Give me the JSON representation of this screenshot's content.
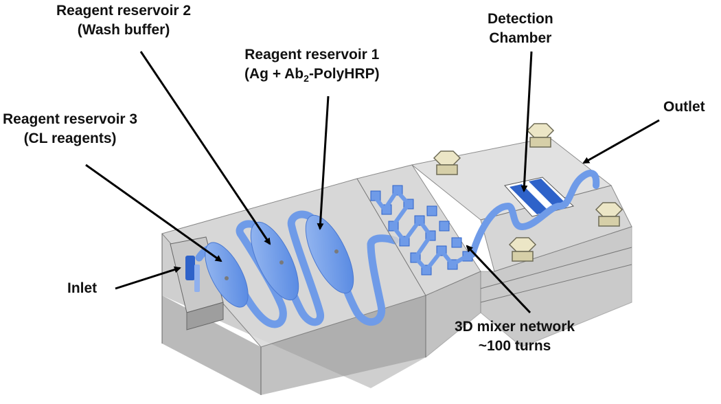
{
  "labels": {
    "reservoir2": {
      "line1": "Reagent reservoir 2",
      "line2": "(Wash buffer)"
    },
    "reservoir1": {
      "line1": "Reagent reservoir 1",
      "line2_prefix": "(Ag + Ab",
      "line2_sub": "2",
      "line2_suffix": "-PolyHRP)"
    },
    "reservoir3": {
      "line1": "Reagent reservoir 3",
      "line2": "(CL reagents)"
    },
    "detection": {
      "line1": "Detection",
      "line2": "Chamber"
    },
    "outlet": "Outlet",
    "inlet": "Inlet",
    "mixer": {
      "line1": "3D mixer network",
      "line2": "~100 turns"
    }
  },
  "colors": {
    "channel": "#6f9be8",
    "channel_dark": "#2e62c9",
    "block_top": "#dcdcdc",
    "block_side": "#9e9e9e",
    "bolt": "#ece6c6",
    "arrow": "#000000"
  }
}
